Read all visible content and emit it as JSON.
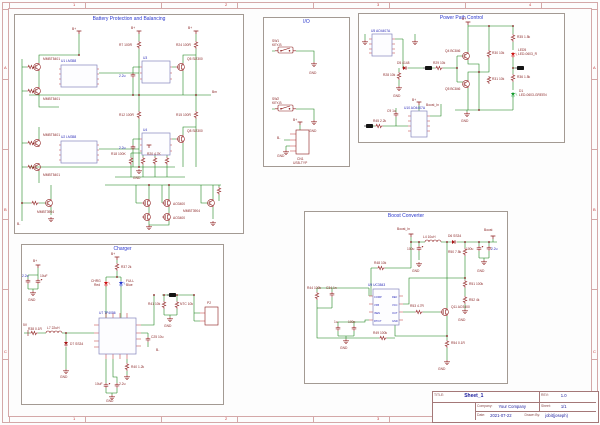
{
  "frame": {
    "columns": [
      "1",
      "2",
      "3",
      "4"
    ],
    "rows": [
      "A",
      "B",
      "C"
    ]
  },
  "sections": {
    "battery": {
      "title": "Battery Protection and Balancing",
      "labels": [
        "B+",
        "B+",
        "B+",
        "R7 100R",
        "R24 100R",
        "R12 100R",
        "R15 100R",
        "U3",
        "U4",
        "Q5 SI2300",
        "Q8 SI2300",
        "2.2u",
        "2.2u",
        "Bm",
        "U1 LM358",
        "U2 LM358",
        "MMBT5401",
        "MMBT5401",
        "MMBT5401",
        "MMBT5401",
        "R18 100K",
        "R20 4.7K",
        "AO3400",
        "AO3400",
        "MMBT3904",
        "MMBT3904",
        "GND",
        "B-"
      ]
    },
    "io": {
      "title": "I/O",
      "labels": [
        "SW1",
        "KEY-B",
        "GND",
        "SW2",
        "KEY-B",
        "GND",
        "B+",
        "B-",
        "CN1",
        "USB-TYP",
        "GND"
      ]
    },
    "powerpath": {
      "title": "Power Path Control",
      "labels": [
        "U5 AO4407A",
        "D5 4148",
        "R28 10k",
        "GND",
        "R29 10k",
        "Q4 BC846",
        "Q5 BC846",
        "B+",
        "R30 10k",
        "R31 10k",
        "R35 1.5k",
        "LED5",
        "LED-0603_R",
        "R36 1.5k",
        "D1",
        "LED-0603-GREEN",
        "GND",
        "U10 AO4407A",
        "B+",
        "Boost_In",
        "R45 2.2k",
        "C9 1u"
      ]
    },
    "charger": {
      "title": "Charger",
      "labels": [
        "B+",
        "R37 2k",
        "CHRG",
        "Red",
        "FULL",
        "Blue",
        "U7 TP4056",
        "5V",
        "R38 0.1R",
        "L7 22uH",
        "D7 SS34",
        "GND",
        "2.2u",
        "10uF",
        "B+",
        "GND",
        "P2",
        "R41 10k",
        "NTC 10k",
        "GND",
        "C25 10u",
        "B-",
        "R40 1.2k",
        "10uF",
        "2.2u",
        "GND"
      ]
    },
    "boost": {
      "title": "Boost Converter",
      "labels": [
        "Boost_In",
        "L4 10uH",
        "D6 SS34",
        "Boost",
        "100u",
        "GND",
        "100u",
        "2.2u",
        "GND",
        "R50 7.5k",
        "R51 100k",
        "R52 4k",
        "GND",
        "R48 10k",
        "U9 UC3843",
        "R44 100k",
        "C34 1n",
        "1u",
        "100n",
        "GND",
        "Q11 AO3400",
        "R53 4.7R",
        "R54 0.1R",
        "GND",
        "R49 100k"
      ],
      "pins": [
        "COMP",
        "VFB",
        "ISEN",
        "RT/CT",
        "REF",
        "VCC",
        "OUT",
        "GND"
      ]
    }
  },
  "title_block": {
    "title_label": "TITLE:",
    "title": "Sheet_1",
    "rev_label": "REV:",
    "rev": "1.0",
    "company_label": "Company:",
    "company": "Your Company",
    "sheet_label": "Sheet:",
    "sheet": "1/1",
    "date_label": "Date:",
    "date": "2021-07-22",
    "drawn_label": "Drawn By:",
    "drawn": "jobit(joseph)"
  }
}
